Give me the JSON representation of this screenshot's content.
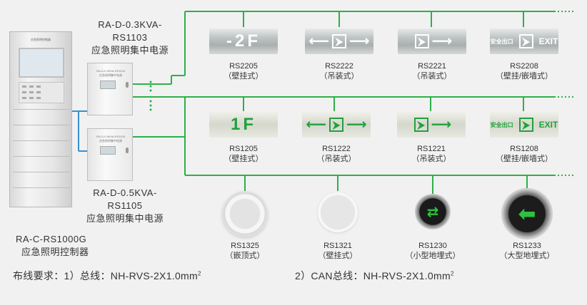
{
  "controller": {
    "model": "RA-C-RS1000G",
    "name": "应急照明控制器"
  },
  "psu_top": {
    "model_line1": "RA-D-0.3KVA-",
    "model_line2": "RS1103",
    "name": "应急照明集中电源"
  },
  "psu_bottom": {
    "model_line1": "RA-D-0.5KVA-",
    "model_line2": "RS1105",
    "name": "应急照明集中电源"
  },
  "row1": [
    {
      "code": "RS2205",
      "type": "（壁挂式）",
      "sign_text": "-2F"
    },
    {
      "code": "RS2222",
      "type": "（吊装式）"
    },
    {
      "code": "RS2221",
      "type": "（吊装式）"
    },
    {
      "code": "RS2208",
      "type": "（壁挂/嵌墙式）",
      "exit": "EXIT"
    }
  ],
  "row2": [
    {
      "code": "RS1205",
      "type": "（壁挂式）",
      "sign_text": "1F"
    },
    {
      "code": "RS1222",
      "type": "（吊装式）"
    },
    {
      "code": "RS1221",
      "type": "（吊装式）"
    },
    {
      "code": "RS1208",
      "type": "（壁挂/嵌墙式）",
      "exit": "EXIT"
    }
  ],
  "row3": [
    {
      "code": "RS1325",
      "type": "（嵌顶式）"
    },
    {
      "code": "RS1321",
      "type": "（壁挂式）"
    },
    {
      "code": "RS1230",
      "type": "（小型地埋式）"
    },
    {
      "code": "RS1233",
      "type": "（大型地埋式）"
    }
  ],
  "wiring": {
    "req1": "布线要求：1）总线：NH-RVS-2X1.0mm",
    "req1_sup": "2",
    "req2": "2）CAN总线：NH-RVS-2X1.0mm",
    "req2_sup": "2"
  },
  "colors": {
    "wire_green": "#2db04a",
    "wire_blue": "#3a8fd0",
    "sign_green": "#22a03c"
  }
}
